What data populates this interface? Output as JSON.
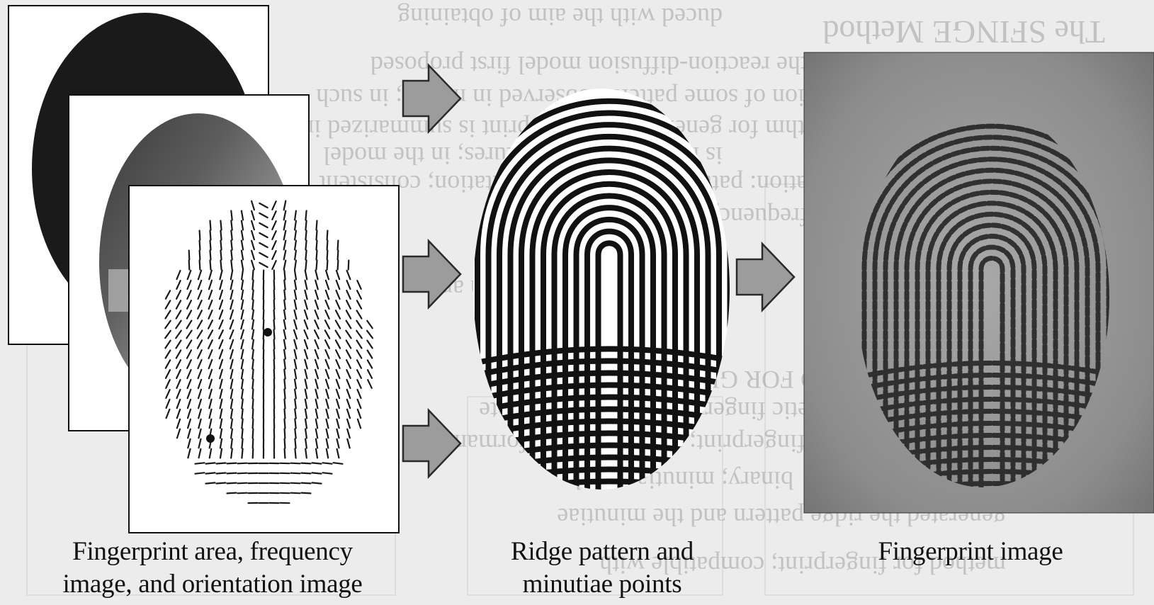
{
  "background_text": {
    "heading": "The SFINGE Method",
    "lines": [
      "duced with the aim of obtaining",
      "the reaction-diffusion model first proposed",
      "ormation of some patterns observed in nature; in such",
      "algorithm for generating a fingerprint is summarized in Figure",
      "is not fingerprint features; in the model",
      "generation: pattern generation; orientation; consistent",
      "local frequency; ridge orientation",
      "orientation area",
      "CD FOR GENERATING",
      "synthetic fingerprint; used to evaluate",
      "input fingerprint; processing; performance",
      "binary; minutiae; and",
      "generated the ridge pattern and the minutiae",
      "method for fingerprint; compatible with"
    ]
  },
  "captions": {
    "left": [
      "Fingerprint area, frequency",
      "image, and orientation image"
    ],
    "middle": [
      "Ridge pattern and",
      "minutiae points"
    ],
    "right": [
      "Fingerprint image"
    ]
  },
  "colors": {
    "arrow_fill": "#9c9c9c",
    "arrow_stroke": "#2a2a2a",
    "ink": "#111111",
    "page": "#ececec"
  },
  "icons": {
    "arrow": "right-arrow-icon",
    "fingerprint": "fingerprint-icon"
  }
}
